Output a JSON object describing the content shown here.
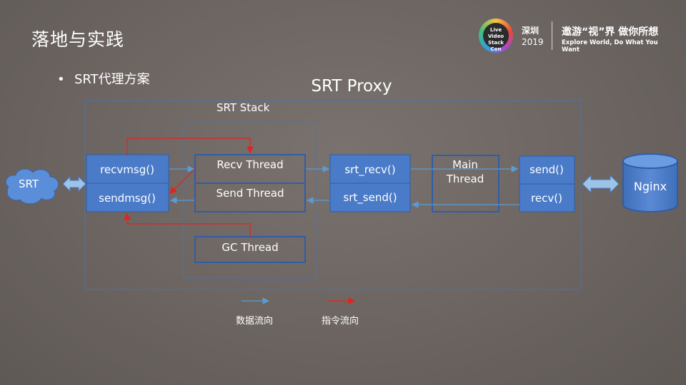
{
  "slide": {
    "title": "落地与实践",
    "bullet": "SRT代理方案"
  },
  "branding": {
    "logo_text": "Live Video Stack Con",
    "city": "深圳",
    "year": "2019",
    "slogan": "邀游“视”界 做你所想",
    "slogan_en": "Explore World, Do What You Want"
  },
  "diagram": {
    "proxy_title": "SRT Proxy",
    "stack_title": "SRT Stack",
    "srt_cloud": "SRT",
    "recvmsg": "recvmsg()",
    "sendmsg": "sendmsg()",
    "recv_thread": "Recv Thread",
    "send_thread": "Send Thread",
    "gc_thread": "GC Thread",
    "srt_recv": "srt_recv()",
    "srt_send": "srt_send()",
    "main_thread_l1": "Main",
    "main_thread_l2": "Thread",
    "send": "send()",
    "recv": "recv()",
    "nginx": "Nginx"
  },
  "legend": {
    "data_flow": "数据流向",
    "command_flow": "指令流向"
  },
  "colors": {
    "box_blue": "#4a7bc8",
    "border_blue": "#2f5ea8",
    "data_arrow": "#5b9bd5",
    "command_arrow": "#e8201c",
    "frame": "#4d73a8"
  }
}
